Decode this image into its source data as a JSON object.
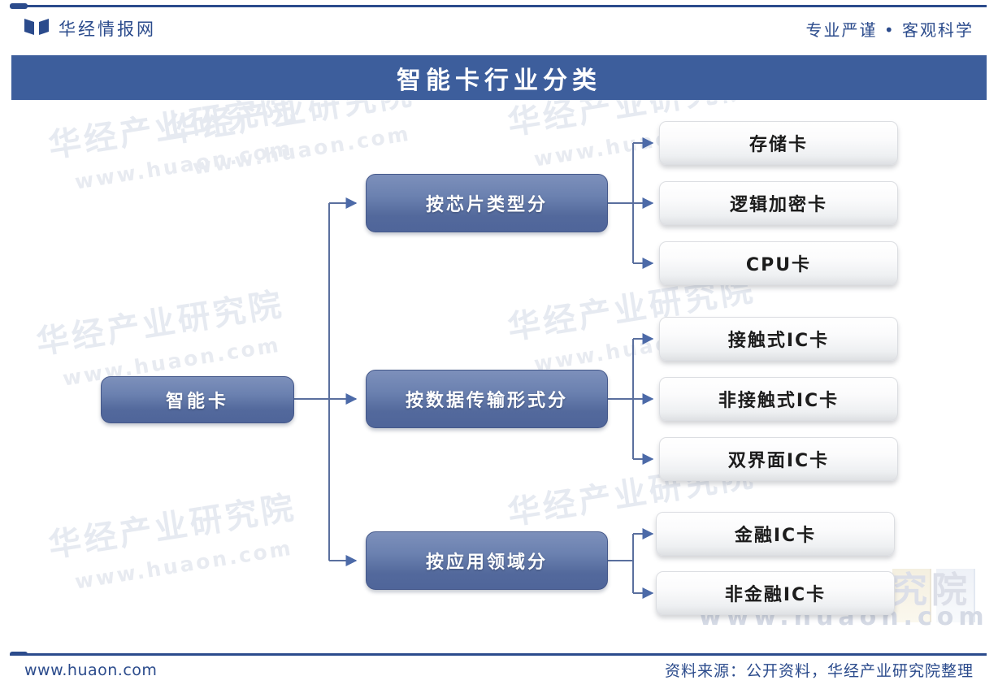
{
  "header": {
    "logo_icon": "huaon-book-logo-icon",
    "brand": "华经情报网",
    "slogan": "专业严谨 • 客观科学"
  },
  "title_bar": {
    "title": "智能卡行业分类"
  },
  "diagram": {
    "root": {
      "label": "智能卡"
    },
    "branches": [
      {
        "label": "按芯片类型分",
        "children": [
          {
            "label": "存储卡"
          },
          {
            "label": "逻辑加密卡"
          },
          {
            "label": "CPU卡"
          }
        ]
      },
      {
        "label": "按数据传输形式分",
        "children": [
          {
            "label": "接触式IC卡"
          },
          {
            "label": "非接触式IC卡"
          },
          {
            "label": "双界面IC卡"
          }
        ]
      },
      {
        "label": "按应用领域分",
        "children": [
          {
            "label": "金融IC卡"
          },
          {
            "label": "非金融IC卡"
          }
        ]
      }
    ]
  },
  "watermarks": {
    "company": "华经产业研究院",
    "url": "www.huaon.com"
  },
  "footer": {
    "site": "www.huaon.com",
    "source": "资料来源：公开资料，华经产业研究院整理"
  },
  "colors": {
    "brand_blue": "#2b4b8c",
    "title_bar": "#3d5e9c",
    "node_blue": "#6b81b0",
    "connector": "#5a6f9e",
    "arrow": "#4c6aa8"
  }
}
